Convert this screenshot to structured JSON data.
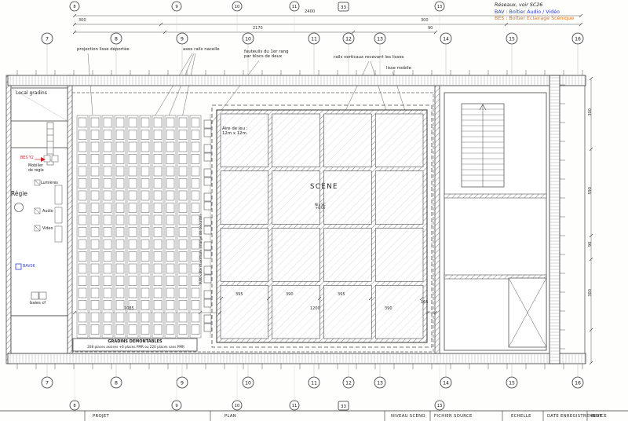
{
  "legend": {
    "networks": "Réseaux, voir SC26",
    "bav": "BAV : Boîtier Audio / Vidéo",
    "bes": "BES : Boîtier Eclairage Scénique",
    "bav_color": "#2b3fd0",
    "bes_color": "#e2711d"
  },
  "annotations": {
    "projection": "projection lisse déportée",
    "rails_nacelle": "axes rails nacelle",
    "fauteuils": "fauteuils du 1er rang\npar blocs de deux",
    "rails_verticaux": "rails verticaux recevant les lisses",
    "lisse_mobile": "lisse mobile"
  },
  "left": {
    "local_gradins": "Local  gradins",
    "bes_y2": "BES Y2",
    "mobilier": "Mobilier\nde régie",
    "lumieres": "Lumières",
    "regie": "Régie",
    "audio": "Audio",
    "video": "Video",
    "bav06": "BAV06",
    "baies_cf": "baies cf"
  },
  "stage": {
    "aire_de_jeu": "Aire de jeu :\n12m x 12m",
    "scene": "SCENE",
    "niveau": "Niv SC\n+0.00",
    "cote": "9,60 côte maximum (marge de sécurité)"
  },
  "gradins": {
    "line1": "GRADINS DEMONTABLES",
    "line2": "208 places assises +6 places PMR ou 220 places sans PMR"
  },
  "grid": {
    "main": [
      "7",
      "8",
      "9",
      "10",
      "11",
      "12",
      "13",
      "14",
      "15",
      "16"
    ],
    "mini": [
      "8",
      "9",
      "10",
      "11",
      "13"
    ],
    "section": "33"
  },
  "dims": {
    "top1": "2400",
    "top2a": "300",
    "top2b": "300",
    "top3": "2170",
    "top3b": "90",
    "inner": [
      "395",
      "390",
      "395",
      "1085",
      "1200",
      "390",
      "165"
    ],
    "right": [
      "300",
      "590",
      "90",
      "300"
    ]
  },
  "titlebar": {
    "items": [
      "PROJET",
      "PLAN",
      "NIVEAU SCENO",
      "FICHIER SOURCE",
      "ECHELLE",
      "DATE ENREGISTREMENT",
      "INDICE"
    ]
  }
}
